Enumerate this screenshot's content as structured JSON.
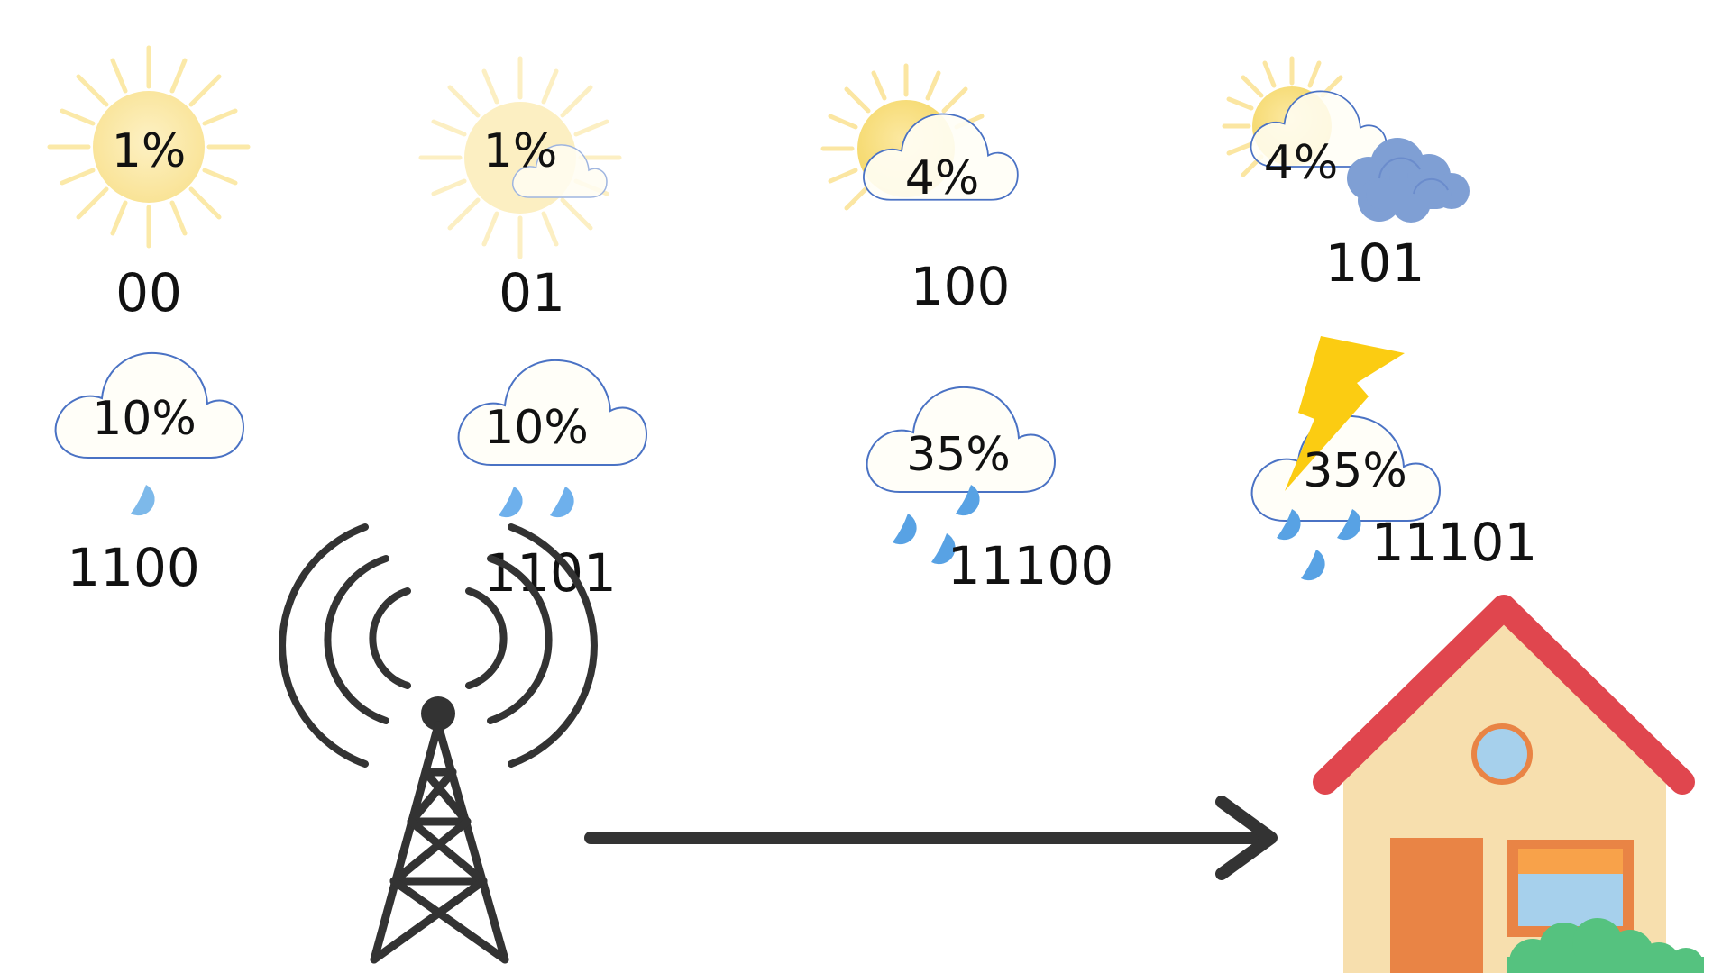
{
  "diagram": {
    "weather_codes": [
      {
        "icon": "sun-icon",
        "probability": "1%",
        "code": "00"
      },
      {
        "icon": "sun-small-cloud-icon",
        "probability": "1%",
        "code": "01"
      },
      {
        "icon": "sun-cloud-icon",
        "probability": "4%",
        "code": "100"
      },
      {
        "icon": "sun-dark-cloud-icon",
        "probability": "4%",
        "code": "101"
      },
      {
        "icon": "light-rain-cloud-icon",
        "probability": "10%",
        "code": "1100"
      },
      {
        "icon": "rain-cloud-icon",
        "probability": "10%",
        "code": "1101"
      },
      {
        "icon": "heavy-rain-cloud-icon",
        "probability": "35%",
        "code": "11100"
      },
      {
        "icon": "thunderstorm-cloud-icon",
        "probability": "35%",
        "code": "11101"
      }
    ],
    "transmission": {
      "source_icon": "radio-tower-icon",
      "link_icon": "arrow-right-icon",
      "destination_icon": "house-icon"
    },
    "colors": {
      "sun": "#fbe7a1",
      "sun_rays": "#fbe9a8",
      "cloud_outline": "#4a72c4",
      "cloud_fill": "#fffef8",
      "dark_cloud": "#7f9fd4",
      "raindrop": "#5aa4e4",
      "lightning": "#fbcc12",
      "tower": "#333333",
      "arrow": "#333333",
      "roof": "#e0464e",
      "house_wall": "#f7dfae",
      "door": "#e98445",
      "window_glass": "#a6d0ec",
      "bush": "#55c27f"
    }
  }
}
